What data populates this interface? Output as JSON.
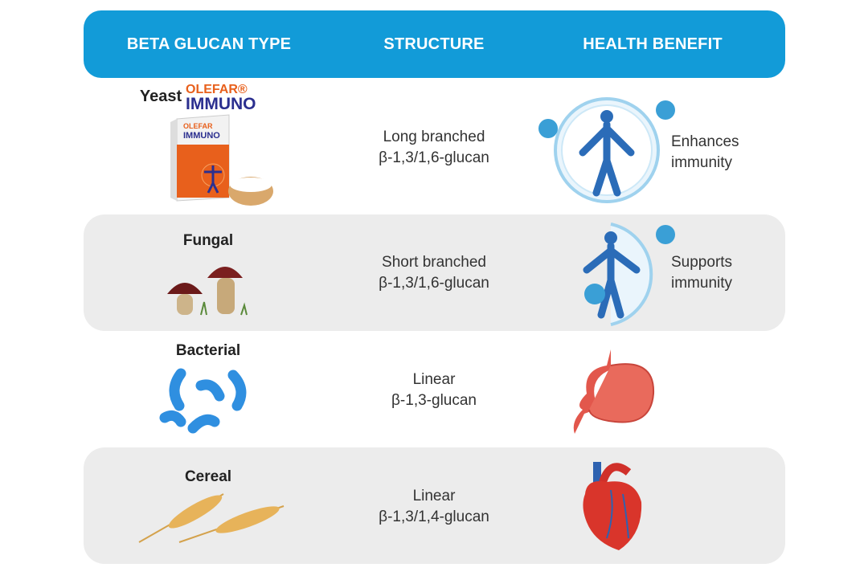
{
  "header": {
    "col1": "BETA GLUCAN TYPE",
    "col2": "STRUCTURE",
    "col3": "HEALTH BENEFIT"
  },
  "rows": [
    {
      "type": "Yeast",
      "brand_top": "OLEFAR®",
      "brand_bottom": "IMMUNO",
      "structure_line1": "Long branched",
      "structure_line2": "β-1,3/1,6-glucan",
      "benefit_line1": "Enhances",
      "benefit_line2": "immunity"
    },
    {
      "type": "Fungal",
      "structure_line1": "Short branched",
      "structure_line2": "β-1,3/1,6-glucan",
      "benefit_line1": "Supports",
      "benefit_line2": "immunity"
    },
    {
      "type": "Bacterial",
      "structure_line1": "Linear",
      "structure_line2": "β-1,3-glucan"
    },
    {
      "type": "Cereal",
      "structure_line1": "Linear",
      "structure_line2": "β-1,3/1,4-glucan"
    }
  ],
  "colors": {
    "header": "#129bd8",
    "row_alt": "#ececec",
    "brand_orange": "#e8601c",
    "brand_navy": "#2b2f8f"
  }
}
